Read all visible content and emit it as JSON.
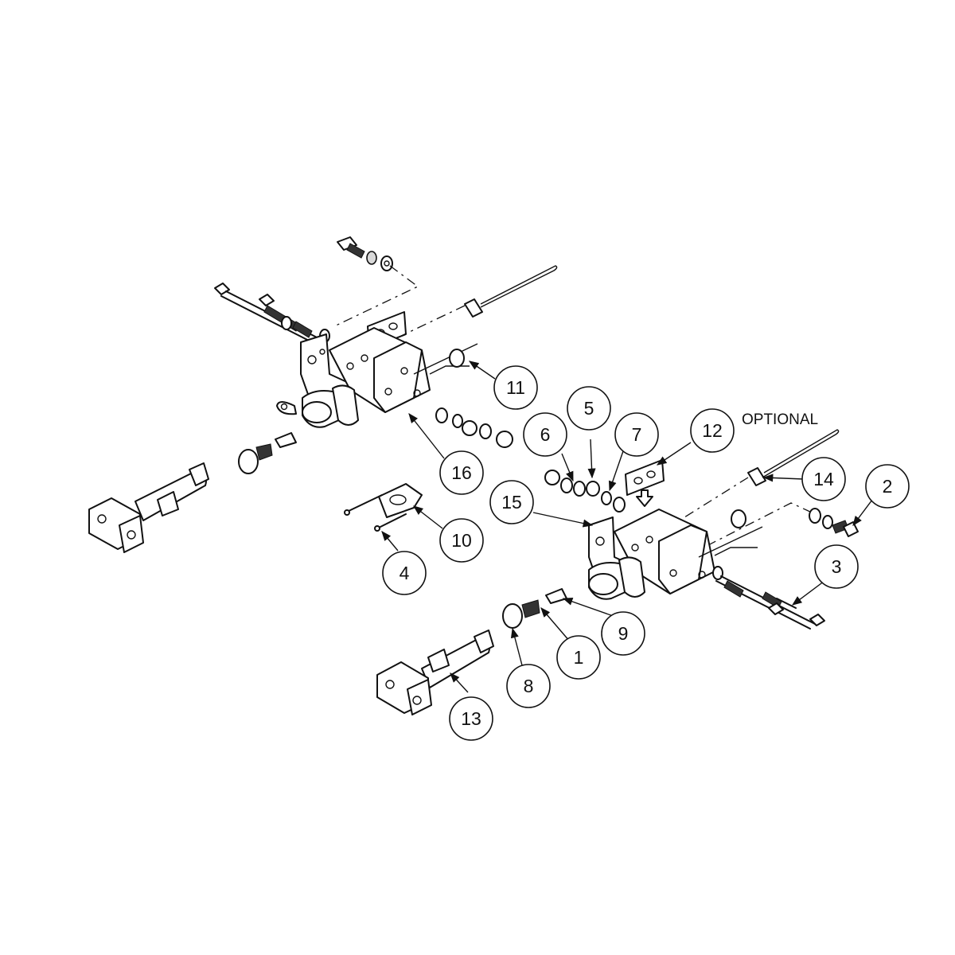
{
  "note": "OPTIONAL",
  "callouts": [
    "1",
    "2",
    "3",
    "4",
    "5",
    "6",
    "7",
    "8",
    "9",
    "10",
    "11",
    "12",
    "13",
    "14",
    "15",
    "16"
  ]
}
